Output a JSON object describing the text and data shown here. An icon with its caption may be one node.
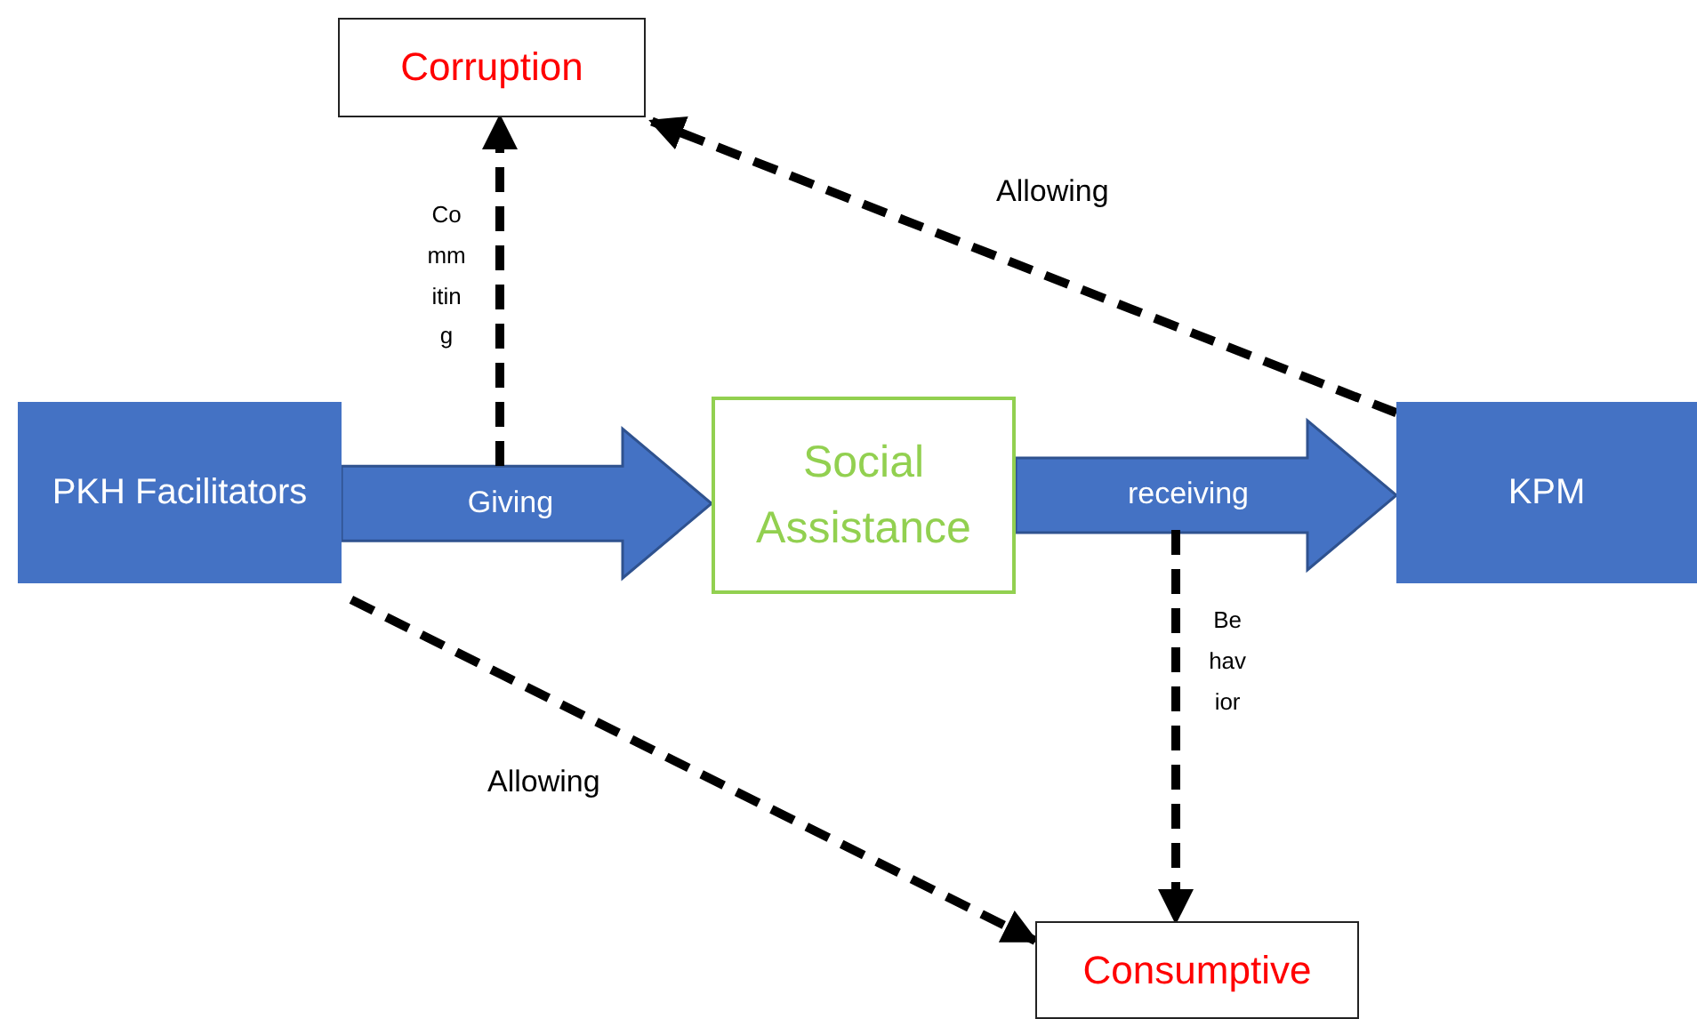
{
  "diagram": {
    "nodes": [
      {
        "text": [
          "Corruption"
        ]
      },
      {
        "text": [
          "PKH Facilitators"
        ]
      },
      {
        "text": [
          "Social Assistance"
        ]
      },
      {
        "text": [
          "KPM"
        ]
      },
      {
        "text": [
          "Consumptive"
        ]
      }
    ],
    "edges": [
      {
        "from": 1,
        "to": 2,
        "arrow": "to",
        "label": "Giving",
        "color": "#4472c4"
      },
      {
        "from": 2,
        "to": 3,
        "arrow": "to",
        "label": "receiving",
        "color": "#4472c4"
      },
      {
        "from": null,
        "to": 0,
        "arrow": "to",
        "label": "Commiting",
        "style": "dashed"
      },
      {
        "from": 3,
        "to": 0,
        "arrow": "to",
        "label": "Allowing",
        "style": "dashed"
      },
      {
        "from": null,
        "to": 4,
        "arrow": "to",
        "label": "Behavior",
        "style": "dashed"
      },
      {
        "from": 1,
        "to": 4,
        "arrow": "to",
        "label": "Allowing",
        "style": "dashed"
      }
    ]
  }
}
